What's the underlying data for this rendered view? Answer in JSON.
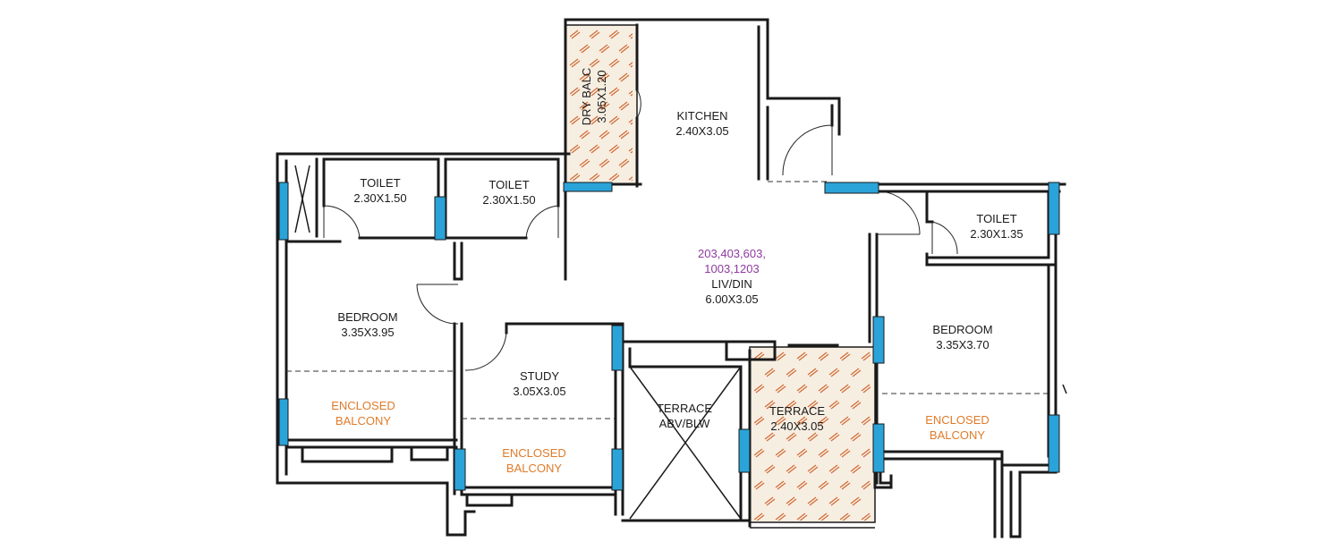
{
  "rooms": {
    "dry_balc": {
      "name": "DRY BALC",
      "dims": "3.05X1.20"
    },
    "kitchen": {
      "name": "KITCHEN",
      "dims": "2.40X3.05"
    },
    "toilet_1": {
      "name": "TOILET",
      "dims": "2.30X1.50"
    },
    "toilet_2": {
      "name": "TOILET",
      "dims": "2.30X1.50"
    },
    "toilet_3": {
      "name": "TOILET",
      "dims": "2.30X1.35"
    },
    "living": {
      "unit_numbers_line1": "203,403,603,",
      "unit_numbers_line2": "1003,1203",
      "name": "LIV/DIN",
      "dims": "6.00X3.05"
    },
    "bedroom_1": {
      "name": "BEDROOM",
      "dims": "3.35X3.95"
    },
    "bedroom_2": {
      "name": "BEDROOM",
      "dims": "3.35X3.70"
    },
    "study": {
      "name": "STUDY",
      "dims": "3.05X3.05"
    },
    "terrace_open": {
      "name": "TERRACE",
      "note": "ABV/BLW"
    },
    "terrace_deck": {
      "name": "TERRACE",
      "dims": "2.40X3.05"
    },
    "balcony_1": {
      "line1": "ENCLOSED",
      "line2": "BALCONY"
    },
    "balcony_2": {
      "line1": "ENCLOSED",
      "line2": "BALCONY"
    },
    "balcony_3": {
      "line1": "ENCLOSED",
      "line2": "BALCONY"
    }
  },
  "colors": {
    "wall": "#1a1a1a",
    "window": "#2aa3d8",
    "deck_hatch": "#cf6b35",
    "balcony_label": "#e07b2a",
    "unit_numbers": "#8e3aa0"
  }
}
